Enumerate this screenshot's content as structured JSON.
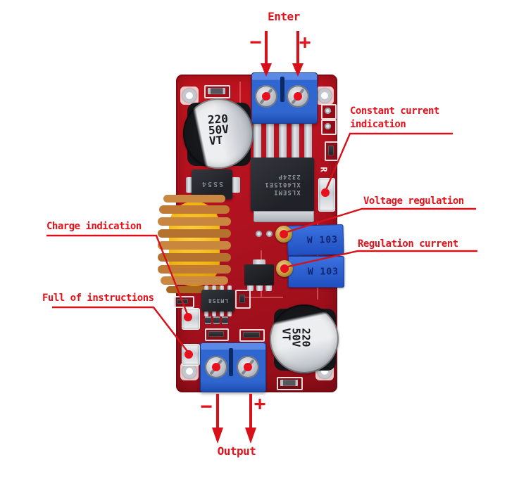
{
  "annotations": {
    "input": {
      "label": "Enter",
      "minus": "−",
      "plus": "+"
    },
    "output": {
      "label": "Output",
      "minus": "−",
      "plus": "+"
    },
    "callouts": {
      "constant_current": "Constant current\nindication",
      "voltage_regulation": "Voltage regulation",
      "regulation_current": "Regulation current",
      "charge_indication": "Charge indication",
      "full_instructions": "Full of instructions"
    }
  },
  "board": {
    "capacitor_top_label": "220\n50V\nVT",
    "capacitor_bottom_label": "220\n50V\nVT",
    "main_ic_marking": "XLSEMI\nXL4015E1\n2324P",
    "diode_marking": "SS54",
    "opamp_marking": "LM358",
    "pot_voltage_marking": "W 103",
    "pot_current_marking": "W 103",
    "r_silkscreen": "R"
  },
  "colors": {
    "annotation_red": "#d8101a",
    "board_red": "#b01220",
    "terminal_blue": "#2f66cf",
    "pot_blue": "#2d5ecf",
    "inductor_core_yellow": "#f0b413",
    "copper": "#b5722e"
  }
}
